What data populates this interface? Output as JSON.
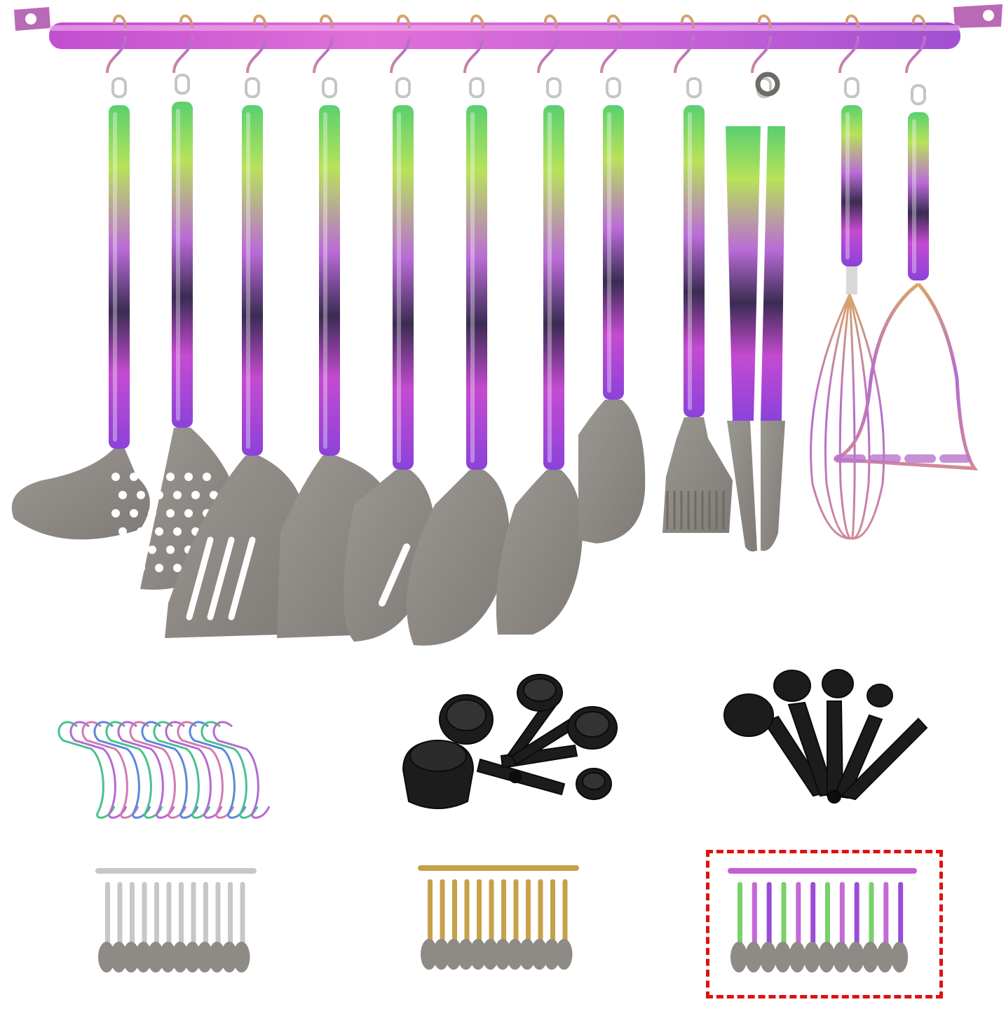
{
  "product": {
    "utensil_names": [
      "soup-ladle",
      "skimmer",
      "slotted-turner",
      "solid-turner",
      "slotted-spoon",
      "serving-spoon",
      "pasta-server",
      "spatula",
      "basting-brush",
      "tongs",
      "whisk",
      "potato-masher"
    ],
    "finish_colors": {
      "rainbow": [
        "#3fd38a",
        "#b6e04c",
        "#e86fd8",
        "#8b3fd6",
        "#d1409d"
      ],
      "silver": "#c8c8c8",
      "gold": "#c9a24a"
    },
    "silicone_color": "#8e8a85",
    "measuring_color": "#1a1a1a"
  },
  "variants": [
    {
      "name": "silver",
      "color": "#c7c7c7",
      "selected": false
    },
    {
      "name": "gold",
      "color": "#c6a14a",
      "selected": false
    },
    {
      "name": "rainbow",
      "color": "#b85ad6",
      "selected": true
    }
  ],
  "selection_color": "#e01010"
}
